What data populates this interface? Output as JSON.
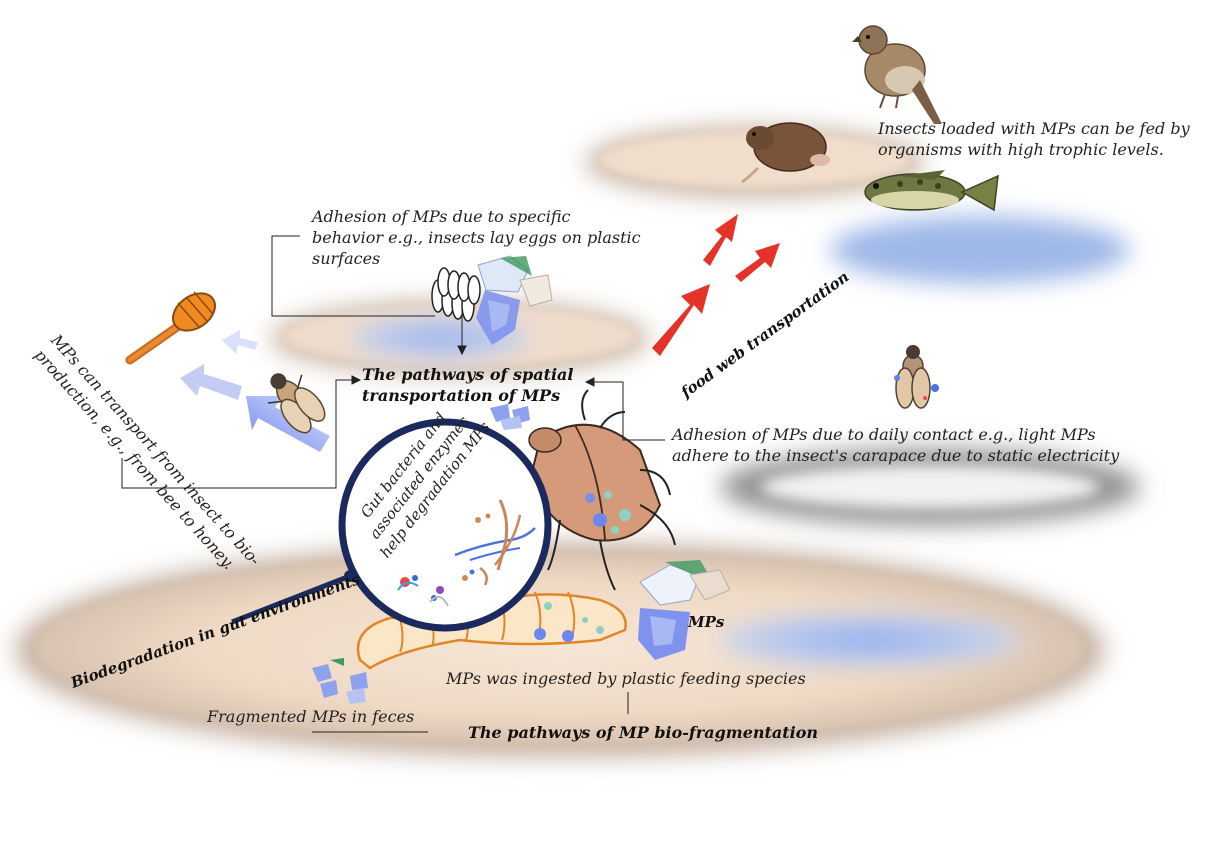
{
  "labels": {
    "food_web_note": [
      "Insects loaded with MPs can be fed by",
      "organisms with high trophic levels."
    ],
    "adhesion_behavior": [
      "Adhesion of MPs due to specific",
      "behavior e.g., insects lay eggs on plastic",
      "surfaces"
    ],
    "spatial_pathways": [
      "The pathways of spatial",
      "transportation of MPs"
    ],
    "food_web_transport": "food web transportation",
    "bio_production": [
      "MPs can transport from insect to bio-",
      "production, e.g., from bee to honey."
    ],
    "adhesion_contact": [
      "Adhesion of MPs due to daily contact e.g., light MPs",
      "adhere to the insect's carapace due to static electricity"
    ],
    "gut_bacteria": [
      "Gut bacteria and",
      "associated enzymes",
      "help degradation MPs"
    ],
    "biodegradation": "Biodegradation in gut environments",
    "mps": "MPs",
    "ingested": "MPs was ingested by plastic feeding species",
    "feces": "Fragmented MPs in feces",
    "bio_fragmentation": "The pathways of MP bio-fragmentation"
  },
  "icons": [
    "sparrow-icon",
    "mole-icon",
    "fish-icon",
    "honey-dipper-icon",
    "fly-icon",
    "beetle-icon",
    "larva-icon",
    "eggs-icon",
    "plastic-fragment-icon",
    "magnifier-icon"
  ],
  "colors": {
    "disc_beige": "#f1dfcf",
    "puddle_blue": "#9db7e6",
    "shadow_grey": "#9a9a9a",
    "red_arrow": "#e8302a",
    "blue_arrow": "#7f93ee",
    "navy": "#1b2a5e",
    "beetle": "#d49a7a",
    "larva": "#e8913a"
  }
}
